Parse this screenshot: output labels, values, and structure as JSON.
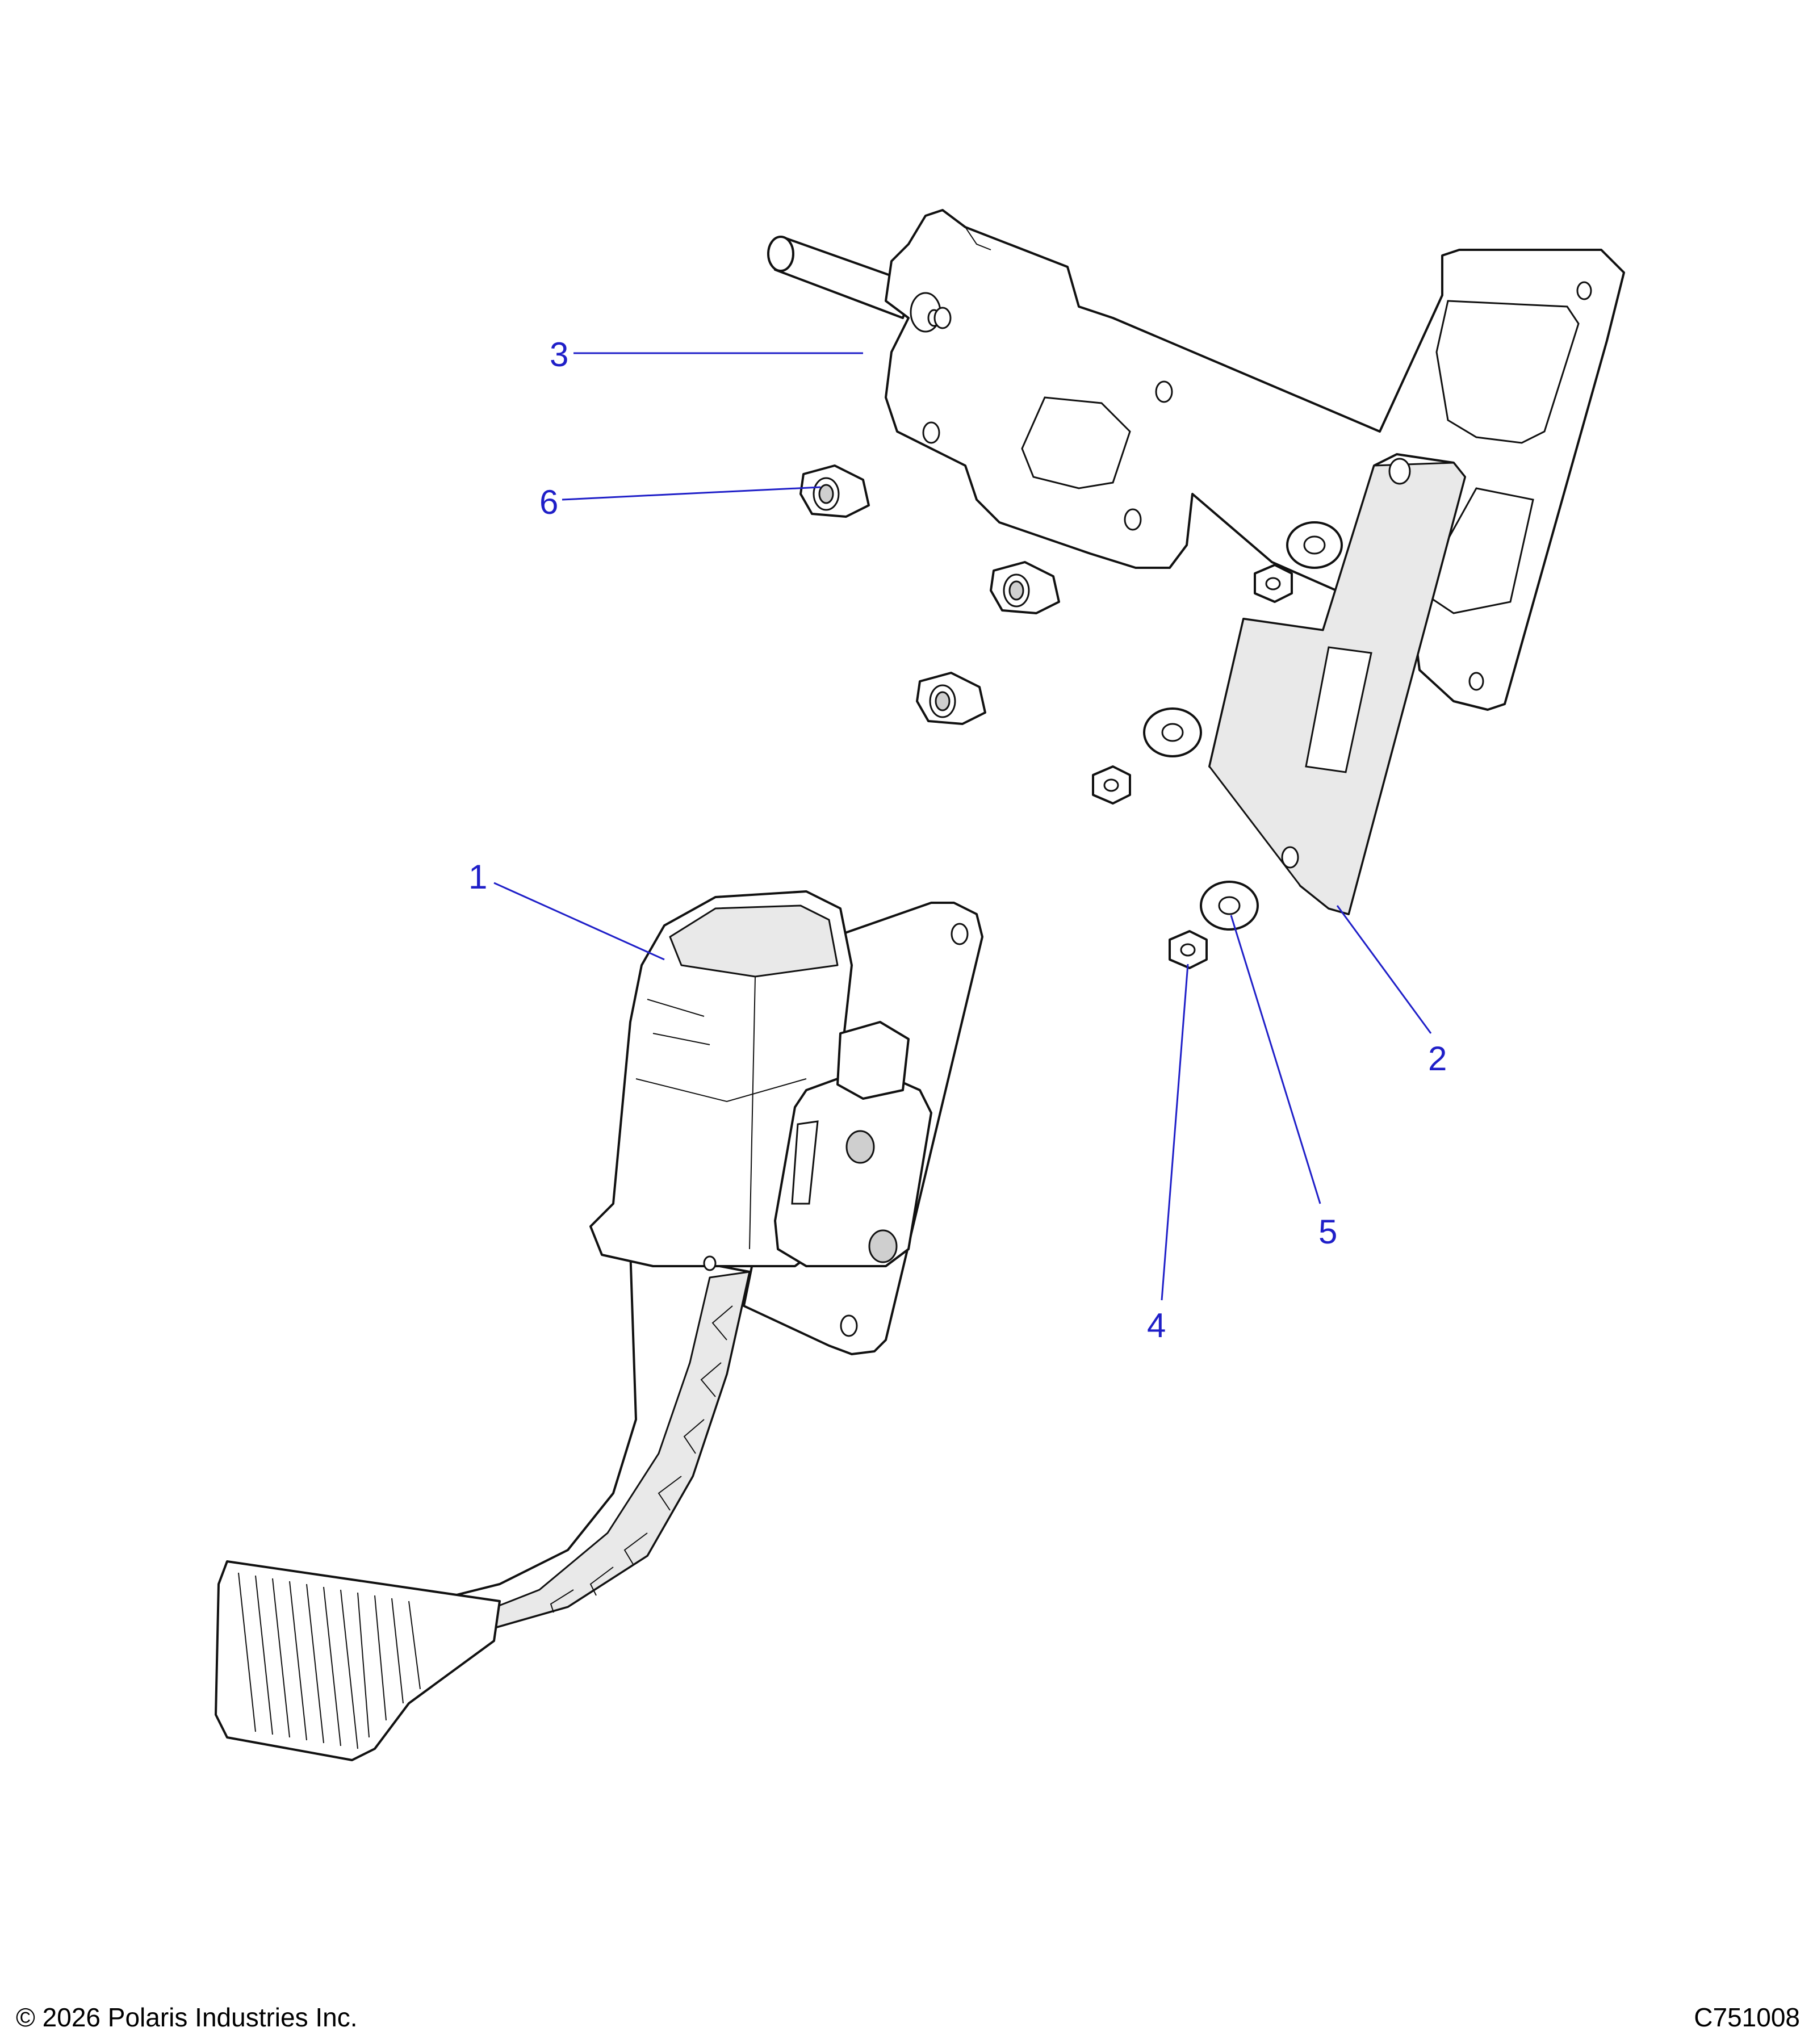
{
  "callouts": [
    {
      "id": "1",
      "label": "1"
    },
    {
      "id": "2",
      "label": "2"
    },
    {
      "id": "3",
      "label": "3"
    },
    {
      "id": "4",
      "label": "4"
    },
    {
      "id": "5",
      "label": "5"
    },
    {
      "id": "6",
      "label": "6"
    }
  ],
  "footer": {
    "copyright": "© 2026 Polaris Industries Inc.",
    "drawing_id": "C751008"
  },
  "colors": {
    "callout": "#1f1fc8",
    "line": "#111111",
    "background": "#ffffff"
  }
}
